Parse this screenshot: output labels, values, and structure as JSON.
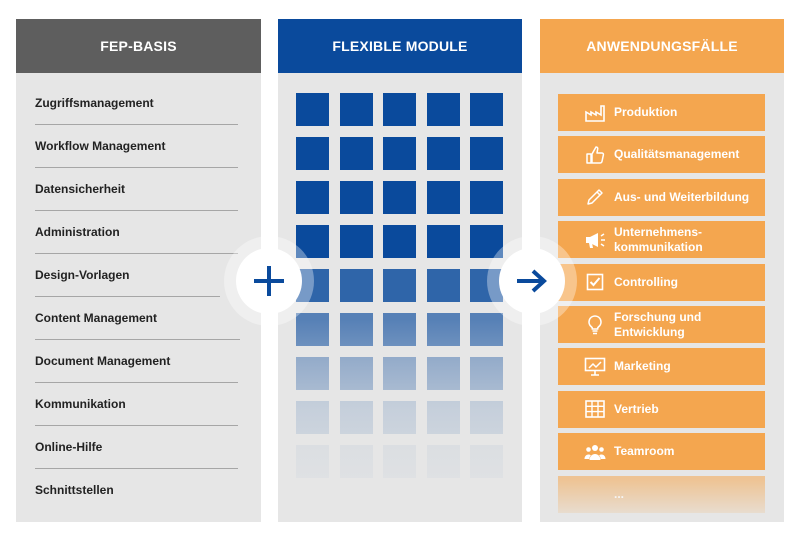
{
  "columns": {
    "basis": {
      "title": "FEP-BASIS",
      "items": [
        "Zugriffsmanagement",
        "Workflow Management",
        "Datensicherheit",
        "Administration",
        "Design-Vorlagen",
        "Content Management",
        "Document Management",
        "Kommunikation",
        "Online-Hilfe",
        "Schnittstellen"
      ]
    },
    "module": {
      "title": "FLEXIBLE MODULE",
      "grid_rows": 9,
      "grid_cols": 5
    },
    "anwendung": {
      "title": "ANWENDUNGSFÄLLE",
      "items": [
        {
          "label": "Produktion",
          "icon": "factory-icon"
        },
        {
          "label": "Qualitätsmanagement",
          "icon": "thumbs-up-icon"
        },
        {
          "label": "Aus- und Weiterbildung",
          "icon": "pencil-icon"
        },
        {
          "label": "Unternehmens-\nkommunikation",
          "icon": "megaphone-icon"
        },
        {
          "label": "Controlling",
          "icon": "checkbox-icon"
        },
        {
          "label": "Forschung und\nEntwicklung",
          "icon": "lightbulb-icon"
        },
        {
          "label": "Marketing",
          "icon": "presentation-icon"
        },
        {
          "label": "Vertrieb",
          "icon": "grid-icon"
        },
        {
          "label": "Teamroom",
          "icon": "people-icon"
        },
        {
          "label": "...",
          "icon": ""
        }
      ]
    }
  },
  "connectors": {
    "plus": "plus-icon",
    "arrow": "arrow-right-icon"
  },
  "colors": {
    "gray_head": "#5e5e5e",
    "blue": "#0a4a9c",
    "orange": "#f4a64f",
    "panel": "#e6e6e6"
  }
}
